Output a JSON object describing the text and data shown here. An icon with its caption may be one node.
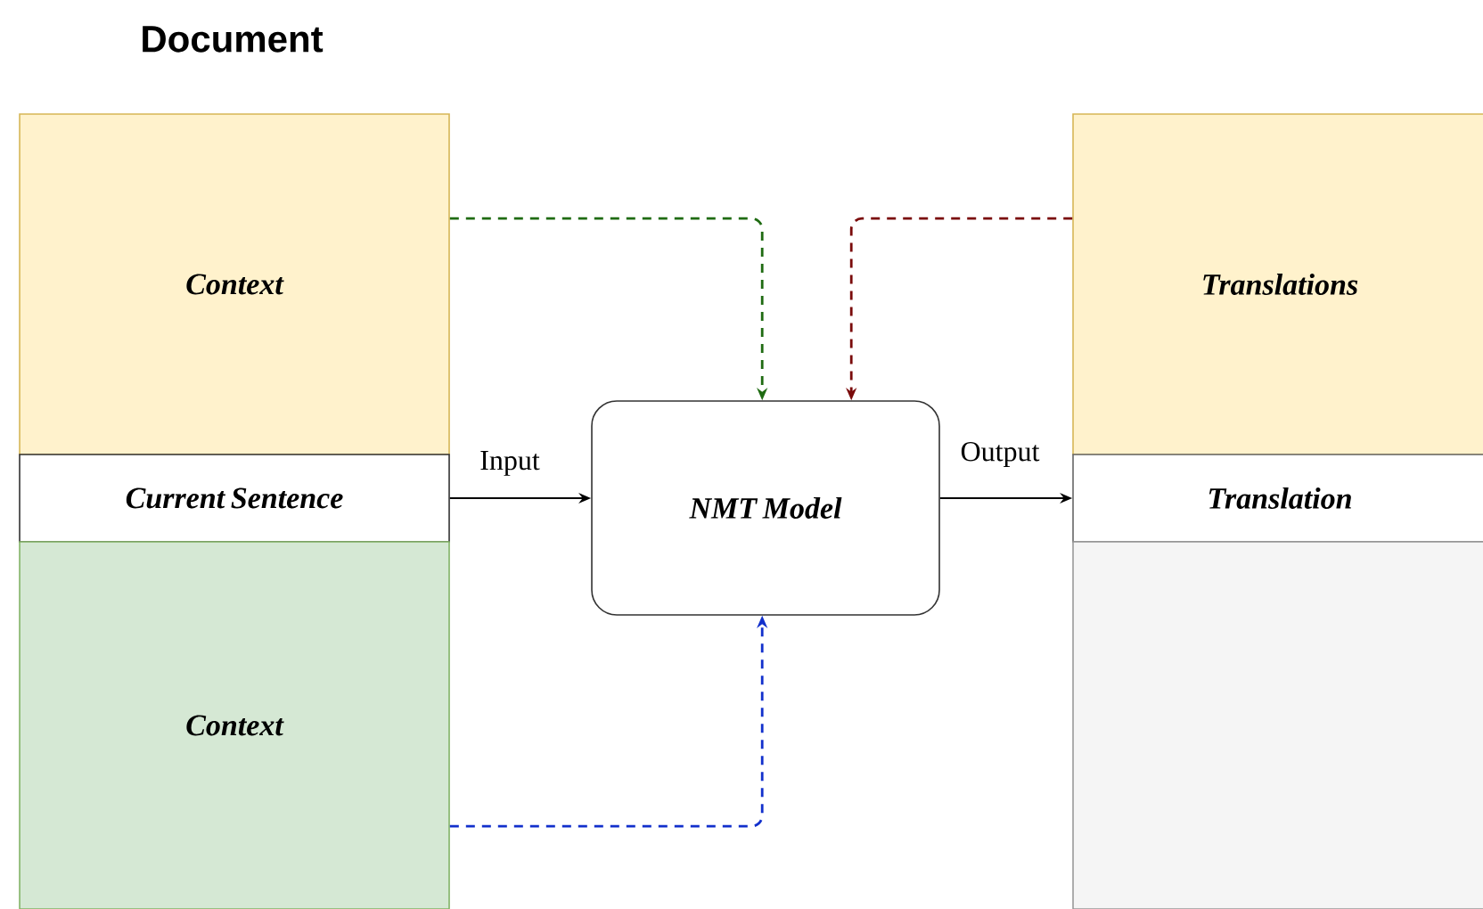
{
  "diagram": {
    "title": "Document",
    "nodes": [
      {
        "text": [
          "Context"
        ]
      },
      {
        "text": [
          "Current Sentence"
        ]
      },
      {
        "text": [
          "Context"
        ]
      },
      {
        "text": [
          "NMT Model"
        ]
      },
      {
        "text": [
          "Translations"
        ]
      },
      {
        "text": [
          "Translation"
        ]
      },
      {
        "text": [],
        "shape": "box"
      }
    ],
    "edges": [
      {
        "from": 0,
        "to": 3,
        "arrow": "to",
        "style": "dashed",
        "color": "#1f6b12"
      },
      {
        "from": 4,
        "to": 3,
        "arrow": "to",
        "style": "dashed",
        "color": "#7a0b0b"
      },
      {
        "from": 2,
        "to": 3,
        "arrow": "to",
        "style": "dashed",
        "color": "#1230cc"
      },
      {
        "from": 1,
        "to": 3,
        "arrow": "to",
        "label": "Input"
      },
      {
        "from": 3,
        "to": 5,
        "arrow": "to",
        "label": "Output"
      }
    ]
  }
}
